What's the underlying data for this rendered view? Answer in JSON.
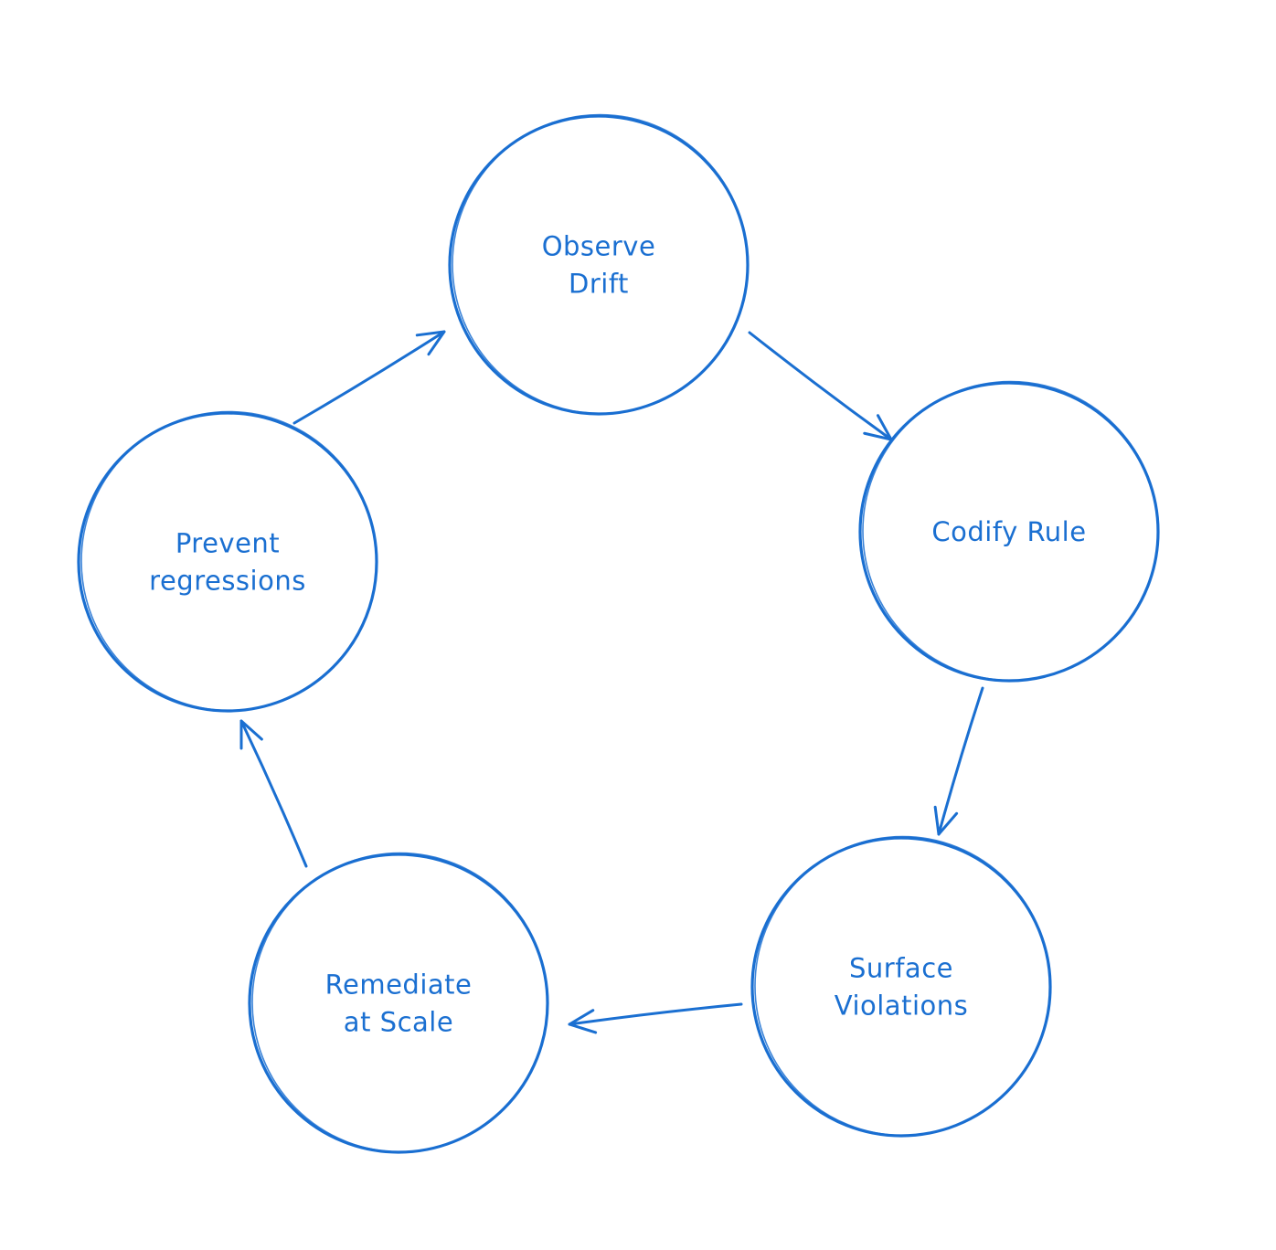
{
  "colors": {
    "stroke": "#1a6fd1",
    "text": "#1a6fd1",
    "background": "#ffffff"
  },
  "nodes": [
    {
      "id": "observe-drift",
      "lines": [
        "Observe",
        "Drift"
      ]
    },
    {
      "id": "codify-rule",
      "lines": [
        "Codify Rule"
      ]
    },
    {
      "id": "surface-violations",
      "lines": [
        "Surface",
        "Violations"
      ]
    },
    {
      "id": "remediate-at-scale",
      "lines": [
        "Remediate",
        "at Scale"
      ]
    },
    {
      "id": "prevent-regressions",
      "lines": [
        "Prevent",
        "regressions"
      ]
    }
  ],
  "edges": [
    {
      "from": "observe-drift",
      "to": "codify-rule"
    },
    {
      "from": "codify-rule",
      "to": "surface-violations"
    },
    {
      "from": "surface-violations",
      "to": "remediate-at-scale"
    },
    {
      "from": "remediate-at-scale",
      "to": "prevent-regressions"
    },
    {
      "from": "prevent-regressions",
      "to": "observe-drift"
    }
  ]
}
